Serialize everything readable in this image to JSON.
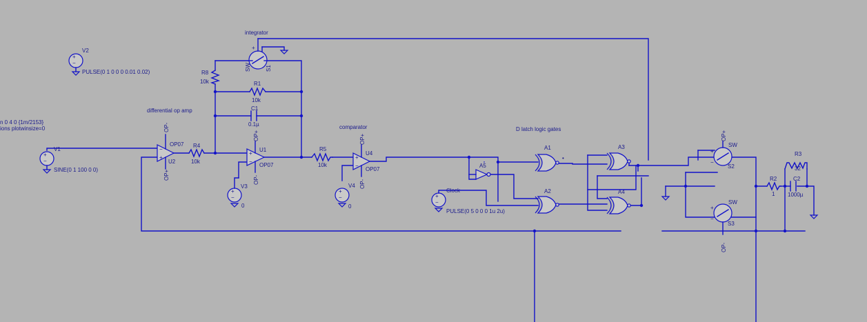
{
  "comments": {
    "integrator": "integrator",
    "differential": "differential op amp",
    "comparator": "comparator",
    "dlatch": "D latch logic gates"
  },
  "directives": {
    "line1": "n 0 4 0 {1m/2153}",
    "line2": "ions plotwinsize=0"
  },
  "sources": {
    "V1": {
      "name": "V1",
      "value": "SINE(0 1 100 0 0)"
    },
    "V2": {
      "name": "V2",
      "value": "PULSE(0 1 0 0 0 0.01 0.02)"
    },
    "V3": {
      "name": "V3",
      "value": "0"
    },
    "V4": {
      "name": "V4",
      "value": "0"
    },
    "Clock": {
      "name": "Clock",
      "value": "PULSE(0 5 0 0 0 1u 2u)"
    }
  },
  "opamps": {
    "U1": {
      "name": "U1",
      "model": "OP07"
    },
    "U2": {
      "name": "U2",
      "model": "OP07"
    },
    "U4": {
      "name": "U4",
      "model": "OP07"
    }
  },
  "resistors": {
    "R1": {
      "name": "R1",
      "value": "10k"
    },
    "R2": {
      "name": "R2",
      "value": "1"
    },
    "R3": {
      "name": "R3",
      "value": "32"
    },
    "R4": {
      "name": "R4",
      "value": "10k"
    },
    "R5": {
      "name": "R5",
      "value": "10k"
    },
    "R8": {
      "name": "R8",
      "value": "10k"
    }
  },
  "capacitors": {
    "C1": {
      "name": "C1",
      "value": "0.1µ"
    },
    "C2": {
      "name": "C2",
      "value": "1000µ"
    }
  },
  "switches": {
    "S1": {
      "name": "S1",
      "model": "SW"
    },
    "S2": {
      "name": "S2",
      "model": "SW"
    },
    "S3": {
      "name": "S3",
      "model": "SW"
    }
  },
  "gates": {
    "A1": "A1",
    "A2": "A2",
    "A3": "A3",
    "A4": "A4",
    "A5": "A5"
  },
  "nets": {
    "op_plus": "OP+",
    "op_minus": "OP-"
  }
}
